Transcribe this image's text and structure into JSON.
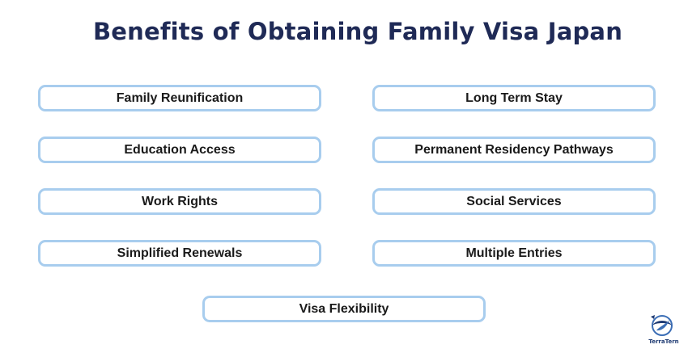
{
  "title": "Benefits of Obtaining Family Visa Japan",
  "benefits": [
    "Family Reunification",
    "Long Term Stay",
    "Education Access",
    "Permanent Residency Pathways",
    "Work Rights",
    "Social Services",
    "Simplified Renewals",
    "Multiple Entries",
    "Visa Flexibility"
  ],
  "logo": {
    "name": "TerraTern",
    "icon": "terratern-logo-icon"
  },
  "colors": {
    "title": "#1f2a56",
    "box_border": "#a8cdee",
    "box_text": "#1a1a1a",
    "logo": "#1f3b73"
  }
}
